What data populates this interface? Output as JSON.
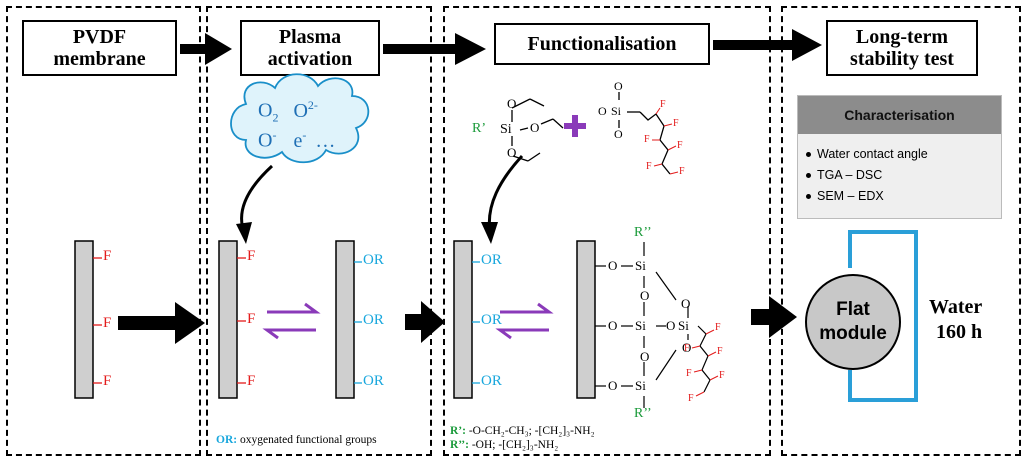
{
  "stages": {
    "pvdf": "PVDF\nmembrane",
    "plasma": "Plasma\nactivation",
    "functionalisation": "Functionalisation",
    "stability": "Long-term\nstability test"
  },
  "plasma_cloud": {
    "line1_a": "O",
    "line1_a_sub": "2",
    "line1_b": "O",
    "line1_b_sup": "2-",
    "line2_a": "O",
    "line2_a_sup": "-",
    "line2_b": "e",
    "line2_b_sup": "-",
    "line2_c": "…"
  },
  "atoms": {
    "F": "F",
    "OR": "OR",
    "O": "O",
    "Si": "Si",
    "R1": "R’",
    "R2": "R’’",
    "plus": "+"
  },
  "legend": {
    "or_key": "OR:",
    "or_text": " oxygenated functional groups",
    "r1_key": "R’:",
    "r1_text": " -O-CH₂-CH₃; -[CH₂]₃-NH₂",
    "r2_key": "R’’:",
    "r2_text": " -OH; -[CH₂]₃-NH₂"
  },
  "characterisation": {
    "title": "Characterisation",
    "items": [
      "Water contact angle",
      "TGA – DSC",
      "SEM – EDX"
    ]
  },
  "module": {
    "label": "Flat\nmodule",
    "water": "Water",
    "duration": "160 h"
  },
  "colors": {
    "fluorine": "#e31b1b",
    "or_group": "#19a7dd",
    "r_group": "#1a9a3a",
    "equilibrium": "#8a3ab9",
    "loop": "#2a9fd8",
    "cloud_fill": "#dff3fb",
    "cloud_stroke": "#1a8fc9",
    "membrane": "#cfcfcf"
  }
}
